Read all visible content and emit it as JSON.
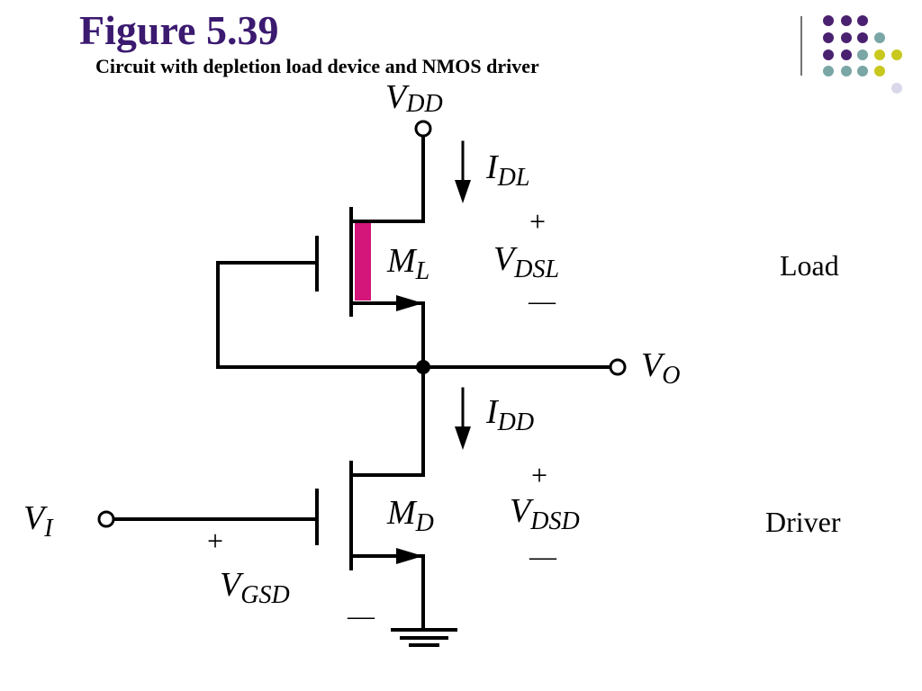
{
  "slide": {
    "title": "Figure 5.39",
    "subtitle": "Circuit with depletion load device and NMOS driver"
  },
  "diagram": {
    "vdd": {
      "main": "V",
      "sub": "DD"
    },
    "idl": {
      "main": "I",
      "sub": "DL"
    },
    "ml": {
      "main": "M",
      "sub": "L"
    },
    "vdsl": {
      "main": "V",
      "sub": "DSL"
    },
    "vdsl_plus": "+",
    "vdsl_minus": "—",
    "load_label": "Load",
    "vo": {
      "main": "V",
      "sub": "O"
    },
    "idd": {
      "main": "I",
      "sub": "DD"
    },
    "md": {
      "main": "M",
      "sub": "D"
    },
    "vdsd": {
      "main": "V",
      "sub": "DSD"
    },
    "vdsd_plus": "+",
    "vdsd_minus": "—",
    "driver_label": "Driver",
    "vi": {
      "main": "V",
      "sub": "I"
    },
    "vgsd": {
      "main": "V",
      "sub": "GSD"
    },
    "vgsd_plus": "+",
    "vgsd_minus": "—"
  },
  "colors": {
    "title": "#3b1a70",
    "depletion_channel": "#d4157a",
    "dot_purple": "#4a2170",
    "dot_teal": "#7aa6a6",
    "dot_yellow": "#c8c81e",
    "dot_lavender": "#d8d8ea"
  }
}
